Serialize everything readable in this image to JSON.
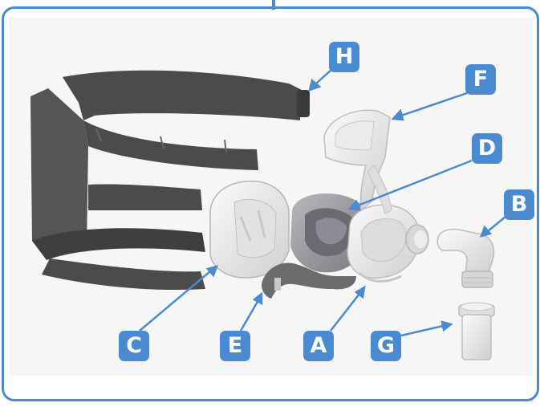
{
  "labels": {
    "A": "A",
    "B": "B",
    "C": "C",
    "D": "D",
    "E": "E",
    "F": "F",
    "G": "G",
    "H": "H"
  },
  "colors": {
    "accent": "#4a8ad0",
    "headgear": "#4b4b4b",
    "parts": "#e6e6e6",
    "cushion": "#9a9aa0"
  }
}
